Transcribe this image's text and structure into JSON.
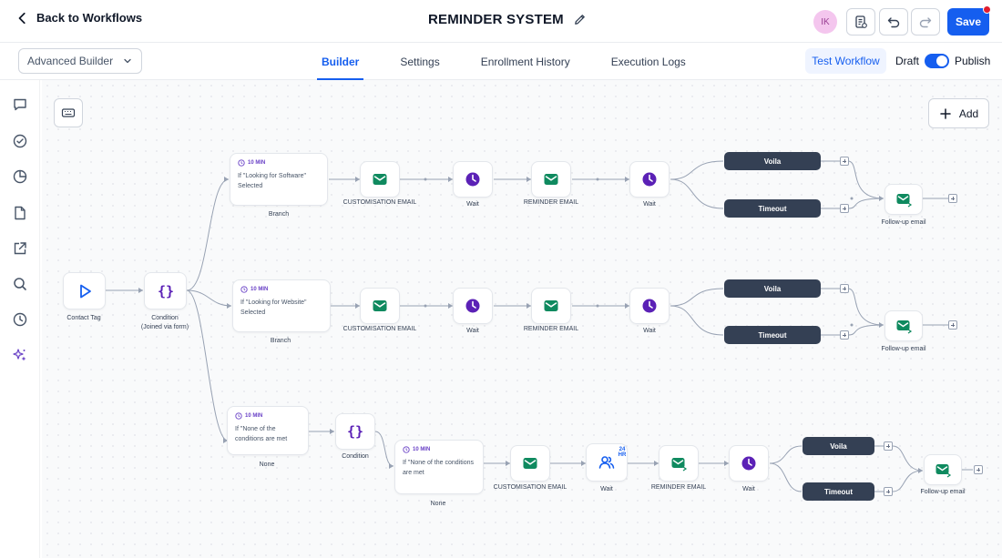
{
  "header": {
    "back_label": "Back to Workflows",
    "title": "REMINDER SYSTEM",
    "avatar_initials": "IK",
    "save_label": "Save"
  },
  "subheader": {
    "builder_mode": "Advanced Builder",
    "tabs": [
      "Builder",
      "Settings",
      "Enrollment History",
      "Execution Logs"
    ],
    "active_tab": "Builder",
    "test_label": "Test Workflow",
    "draft_label": "Draft",
    "publish_label": "Publish",
    "publish_on": true
  },
  "canvas": {
    "add_label": "Add"
  },
  "workflow": {
    "trigger": {
      "label": "Contact Tag"
    },
    "condition": {
      "label": "Condition",
      "sublabel": "(Joined via form)"
    },
    "branches": [
      {
        "card_badge": "10 MIN",
        "card_text": "If \"Looking for Software\" Selected",
        "card_label": "Branch",
        "email1": "CUSTOMISATION EMAIL",
        "wait1": "Wait",
        "email2": "REMINDER EMAIL",
        "wait2": "Wait",
        "outcome_a": "Voila",
        "outcome_b": "Timeout",
        "followup": "Follow-up email"
      },
      {
        "card_badge": "10 MIN",
        "card_text": "If \"Looking for Website\" Selected",
        "card_label": "Branch",
        "email1": "CUSTOMISATION EMAIL",
        "wait1": "Wait",
        "email2": "REMINDER EMAIL",
        "wait2": "Wait",
        "outcome_a": "Voila",
        "outcome_b": "Timeout",
        "followup": "Follow-up email"
      }
    ],
    "none_branch": {
      "card_badge": "10 MIN",
      "card_text": "If \"None of the conditions are met",
      "card_label": "None",
      "condition_label": "Condition",
      "sub_badge": "10 MIN",
      "sub_text": "If \"None of the conditions are met",
      "sub_label": "None",
      "email1": "CUSTOMISATION EMAIL",
      "wait1": "Wait",
      "wait1_badge_top": "24",
      "wait1_badge_bottom": "HR",
      "email2": "REMINDER EMAIL",
      "wait2": "Wait",
      "outcome_a": "Voila",
      "outcome_b": "Timeout",
      "followup": "Follow-up email"
    }
  },
  "colors": {
    "primary": "#155eef",
    "email_green": "#0f8a5f",
    "wait_purple": "#5b21b6",
    "pill_dark": "#344054",
    "canvas_bg": "#f9fafb"
  }
}
